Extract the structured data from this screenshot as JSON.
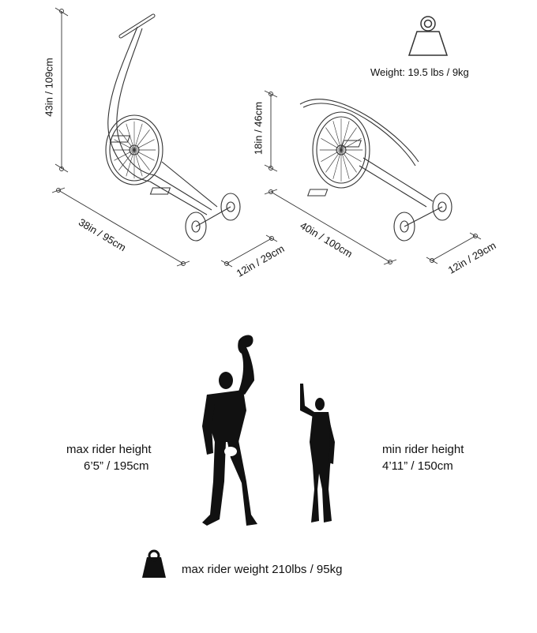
{
  "product_weight": {
    "label": "Weight: 19.5 lbs / 9kg",
    "icon": "weight-icon"
  },
  "dimensions": {
    "height_upright": "43in / 109cm",
    "length_upright": "38in / 95cm",
    "width_upright": "12in / 29cm",
    "height_folded": "18in / 46cm",
    "length_folded": "40in / 100cm",
    "width_folded": "12in / 29cm"
  },
  "rider": {
    "max_height_title": "max rider height",
    "max_height_value": "6’5”  /  195cm",
    "min_height_title": "min rider height",
    "min_height_value": "4’11”  /  150cm",
    "max_weight": "max rider weight  210lbs  /  95kg",
    "weight_icon": "weight-icon-filled"
  },
  "colors": {
    "line": "#333333",
    "figure": "#111111"
  }
}
